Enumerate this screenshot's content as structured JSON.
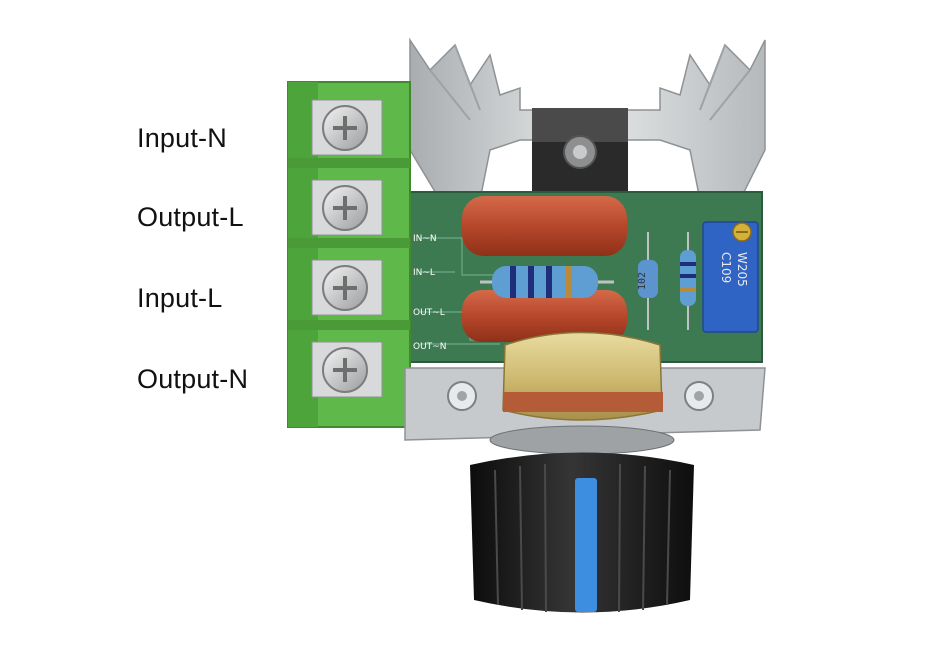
{
  "terminal_labels": [
    "Input-N",
    "Output-L",
    "Input-L",
    "Output-N"
  ],
  "pcb_silkscreen": [
    "IN~N",
    "IN~L",
    "OUT~L",
    "OUT~N"
  ],
  "capacitor_marking": "102",
  "trimmer_marking": [
    "W205",
    "C109"
  ],
  "colors": {
    "terminal_block": "#5fb84a",
    "pcb": "#3d7a52",
    "heatsink": "#cfd2d3",
    "capacitor": "#b7472b",
    "trimmer": "#2f63c4",
    "knob": "#1e1e1e",
    "knob_indicator": "#3d8ee0"
  }
}
